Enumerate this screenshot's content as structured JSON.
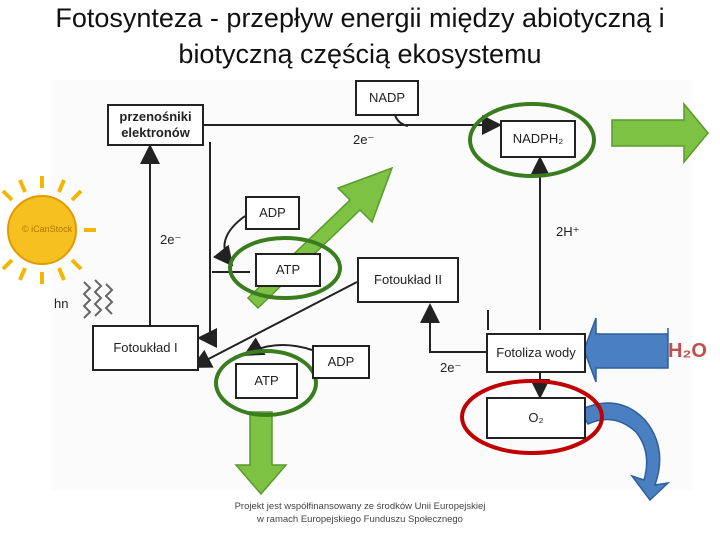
{
  "title": "Fotosynteza - przepływ energii między abiotyczną i biotyczną częścią ekosystemu",
  "boxes": {
    "nadp_top": "NADP",
    "electron_carriers": "przenośniki elektronów",
    "nadph2": "NADPH₂",
    "adp_top": "ADP",
    "atp_top": "ATP",
    "photosystem2": "Fotoukład II",
    "photosystem1": "Fotoukład I",
    "adp_bottom": "ADP",
    "atp_bottom": "ATP",
    "photolysis": "Fotoliza wody",
    "oxygen": "O₂"
  },
  "labels": {
    "e_top": "2e⁻",
    "e_left": "2e⁻",
    "e_bottom": "2e⁻",
    "h_plus": "2H⁺",
    "light": "hn",
    "water": "H₂O",
    "sun_watermark": "© iCanStock"
  },
  "footer": {
    "line1": "Projekt jest współfinansowany ze środków Unii Europejskiej",
    "line2": "w ramach Europejskiego Funduszu Społecznego"
  },
  "colors": {
    "highlight_green": "#3a7d1e",
    "highlight_red": "#c00000",
    "arrow_green": "#7dc243",
    "arrow_blue": "#4a7fc1",
    "sun": "#f2b705"
  }
}
